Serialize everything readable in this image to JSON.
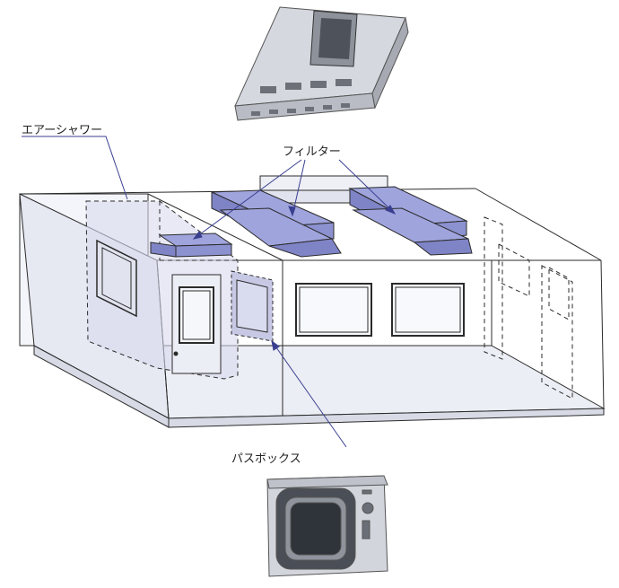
{
  "labels": {
    "air_shower": "エアーシャワー",
    "filter": "フィルター",
    "pass_box": "パスボックス"
  },
  "colors": {
    "line": "#2b2b2b",
    "filter_fill": "#9fa4dd",
    "filter_dark": "#7f84c6",
    "room_tint": "#eef0f6",
    "shower_tint": "#d9dbef",
    "arrow": "#3a3f8f"
  }
}
